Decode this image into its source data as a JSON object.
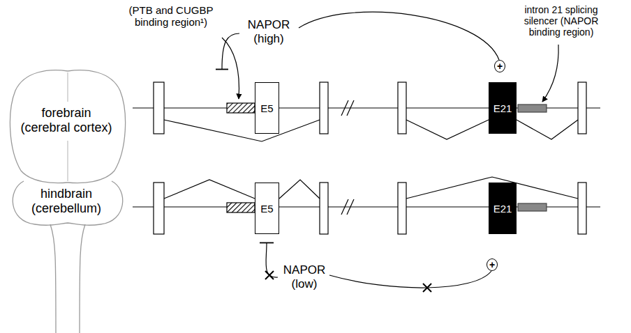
{
  "diagram": {
    "nodes": [
      {
        "text": [
          "E5"
        ]
      },
      {
        "text": [
          "E21"
        ]
      },
      {
        "text": [
          "+"
        ]
      },
      {
        "text": [
          "E5"
        ]
      },
      {
        "text": [
          "E21"
        ]
      },
      {
        "text": [
          "+"
        ]
      }
    ],
    "labels": [
      "forebrain (cerebral cortex)",
      "hindbrain (cerebellum)",
      "(PTB and CUGBP binding region¹)",
      "NAPOR (high)",
      "intron 21 splicing silencer (NAPOR binding region)",
      "NAPOR (low)"
    ]
  }
}
